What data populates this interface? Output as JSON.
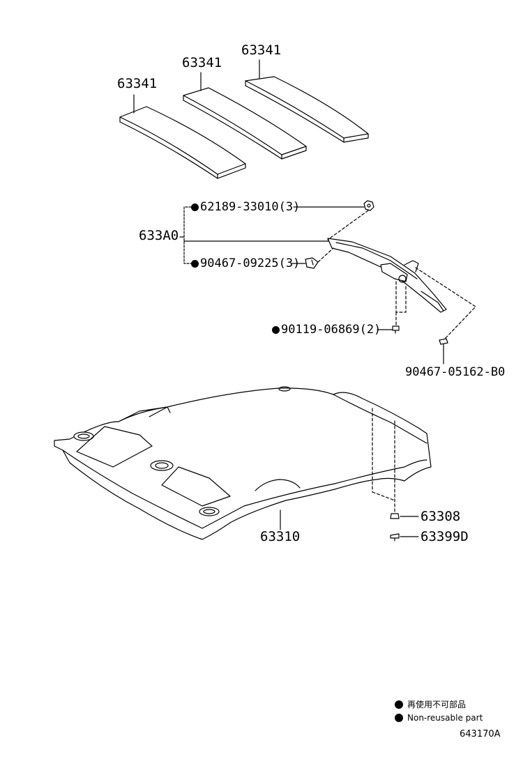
{
  "callouts": {
    "pad_1": "63341",
    "pad_2": "63341",
    "pad_3": "63341",
    "assembly": "633A0",
    "nut": "62189-33010(3)",
    "clip_a": "90467-09225(3)",
    "screw": "90119-06869(2)",
    "clip_b": "90467-05162-B0",
    "headliner": "63310",
    "clip_c": "63308",
    "clip_d": "63399D"
  },
  "legend": {
    "jp": "再使用不可部品",
    "en": "Non-reusable part"
  },
  "figure_code": "643170A",
  "colors": {
    "line": "#000000",
    "background": "#ffffff"
  }
}
